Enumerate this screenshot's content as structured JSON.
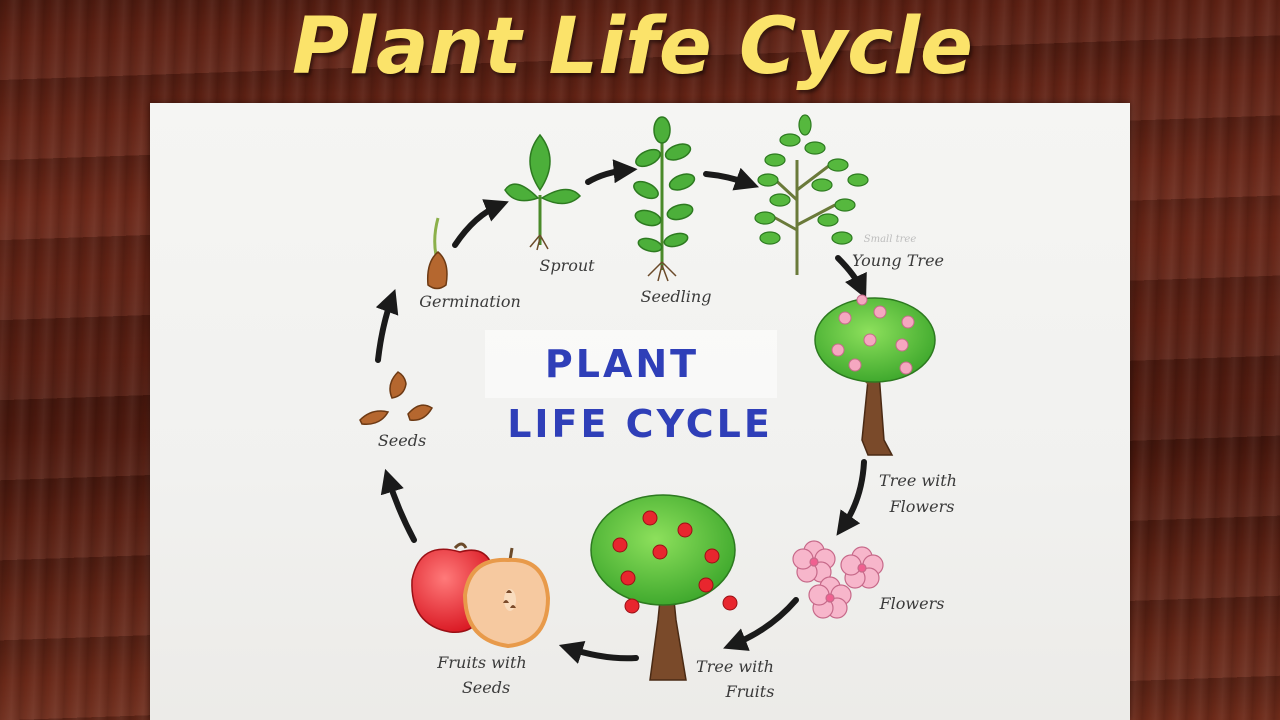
{
  "banner_title": "Plant Life Cycle",
  "center": {
    "line1": "PLANT",
    "line2": "LIFE CYCLE"
  },
  "stages": {
    "germination": "Germination",
    "sprout": "Sprout",
    "seedling": "Seedling",
    "young_tree_note": "Small tree",
    "young_tree": "Young Tree",
    "tree_with_flowers_1": "Tree with",
    "tree_with_flowers_2": "Flowers",
    "flowers": "Flowers",
    "tree_with_fruits_1": "Tree with",
    "tree_with_fruits_2": "Fruits",
    "fruits_with_seeds_1": "Fruits with",
    "fruits_with_seeds_2": "Seeds",
    "seeds": "Seeds"
  },
  "colors": {
    "title": "#fbe36a",
    "center_text": "#2f3fb8",
    "leaf": "#4caf3a",
    "trunk": "#7a4a2a",
    "apple": "#e8262e",
    "flower": "#f5a7c0",
    "arrow": "#1a1a1a"
  }
}
